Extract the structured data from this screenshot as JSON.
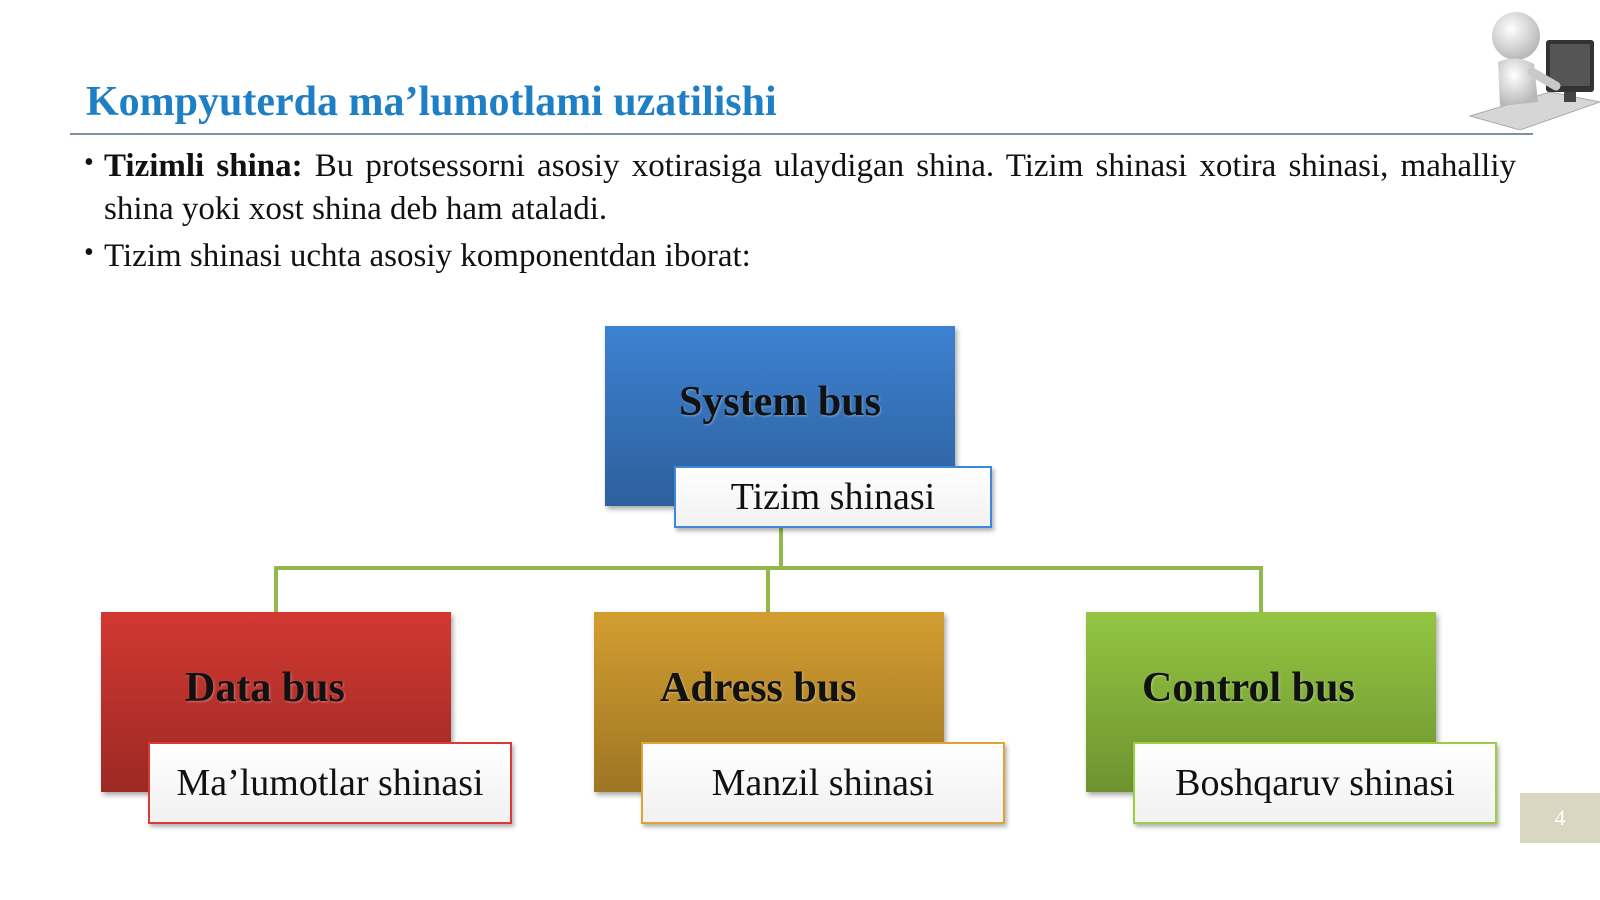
{
  "title": "Kompyuterda ma’lumotlami uzatilishi",
  "bullets": [
    {
      "bold": "Tizimli shina:",
      "text": " Bu protsessorni asosiy xotirasiga ulaydigan shina. Tizim shinasi xotira shinasi, mahalliy shina yoki xost shina deb ham ataladi."
    },
    {
      "bold": "",
      "text": "Tizim shinasi uchta asosiy komponentdan iborat:"
    }
  ],
  "diagram": {
    "root": {
      "label": "System bus",
      "sublabel": "Tizim shinasi",
      "color": "#3a7bc8"
    },
    "children": [
      {
        "label": "Data bus",
        "sublabel": "Ma’lumotlar shinasi",
        "color": "#c8352f"
      },
      {
        "label": "Adress bus",
        "sublabel": "Manzil shinasi",
        "color": "#c9962e"
      },
      {
        "label": "Control bus",
        "sublabel": "Boshqaruv shinasi",
        "color": "#8cbc3e"
      }
    ],
    "connector_color": "#92b84e"
  },
  "page_number": "4"
}
